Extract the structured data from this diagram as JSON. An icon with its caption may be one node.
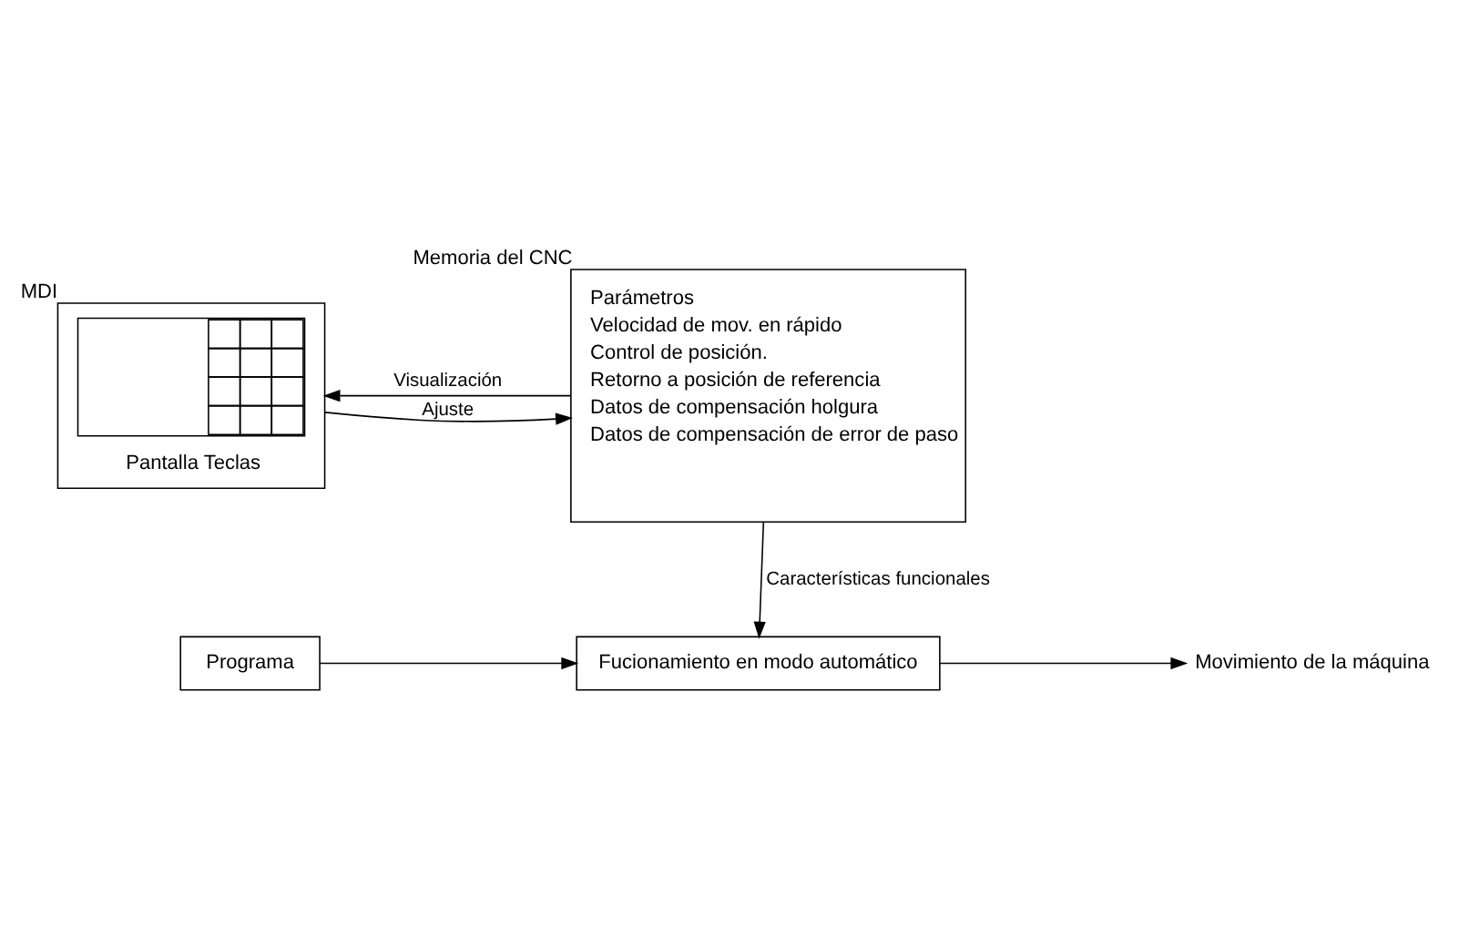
{
  "diagram": {
    "nodes": [
      {
        "text": [
          "Pantalla Teclas"
        ],
        "beside": [
          "MDI"
        ]
      },
      {
        "text": [
          "Parámetros",
          "Velocidad de mov. en rápido",
          "Control de posición.",
          "Retorno a posición de referencia",
          "Datos de compensación holgura",
          "Datos de compensación de error de paso"
        ],
        "beside": [
          "Memoria del CNC"
        ]
      },
      {
        "text": [
          "Programa"
        ]
      },
      {
        "text": [
          "Fucionamiento en modo automático"
        ]
      },
      {
        "text": [
          "Movimiento de la máquina"
        ]
      }
    ],
    "edges": [
      {
        "from": 0,
        "to": 1,
        "arrow": "to",
        "label": "Ajuste"
      },
      {
        "from": 1,
        "to": 0,
        "arrow": "to",
        "label": "Visualización"
      },
      {
        "from": 1,
        "to": 3,
        "arrow": "to",
        "label": "Características funcionales"
      },
      {
        "from": 2,
        "to": 3,
        "arrow": "to"
      },
      {
        "from": 3,
        "to": 4,
        "arrow": "to"
      }
    ]
  }
}
